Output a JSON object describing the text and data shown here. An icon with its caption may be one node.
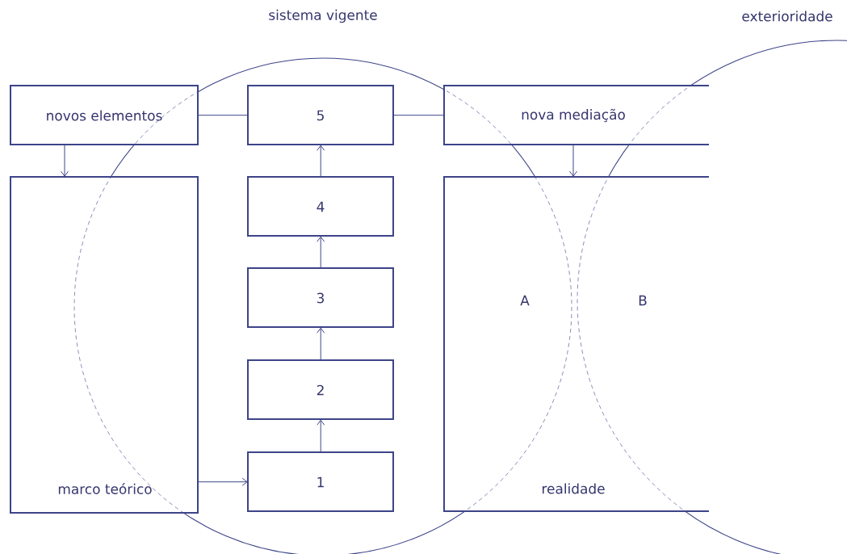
{
  "diagram": {
    "nodes": [
      {
        "text": [
          "sistema vigente"
        ]
      },
      {
        "text": [
          "exterioridade"
        ]
      },
      {
        "text": [
          "novos elementos"
        ]
      },
      {
        "text": [
          "5"
        ],
        "in": 0
      },
      {
        "text": [
          "nova mediação"
        ]
      },
      {
        "text": [
          "marco teórico"
        ]
      },
      {
        "text": [
          "4"
        ],
        "in": 0
      },
      {
        "text": [
          "realidade"
        ]
      },
      {
        "text": [
          "3"
        ],
        "in": 0
      },
      {
        "text": [
          "2"
        ],
        "in": 0
      },
      {
        "text": [
          "1"
        ],
        "in": 0
      }
    ],
    "edges": [
      {
        "from": 2,
        "to": 3,
        "arrow": "none"
      },
      {
        "from": 3,
        "to": 4,
        "arrow": "none"
      },
      {
        "from": 2,
        "to": 5,
        "arrow": "to"
      },
      {
        "from": 4,
        "to": 7,
        "arrow": "to"
      },
      {
        "from": 5,
        "to": 10,
        "arrow": "to"
      },
      {
        "from": 10,
        "to": 9,
        "arrow": "to"
      },
      {
        "from": 9,
        "to": 8,
        "arrow": "to"
      },
      {
        "from": 8,
        "to": 6,
        "arrow": "to"
      },
      {
        "from": 6,
        "to": 3,
        "arrow": "to"
      }
    ],
    "labels": [
      "A",
      "B"
    ]
  }
}
